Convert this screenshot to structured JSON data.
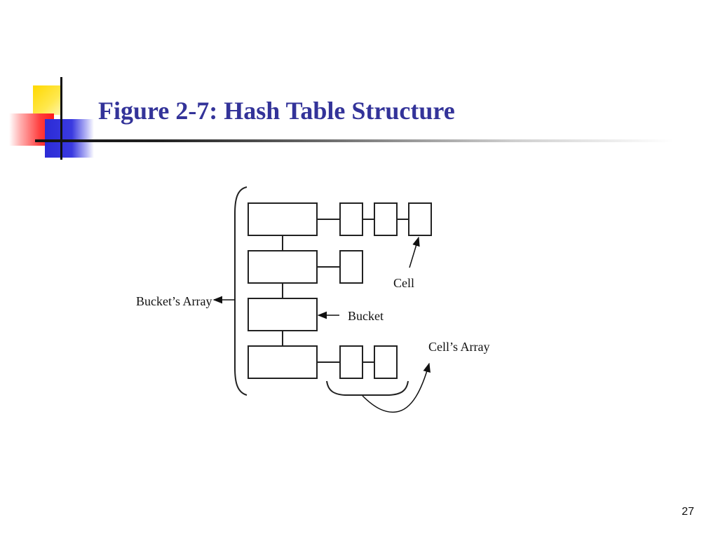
{
  "slide": {
    "title": "Figure 2-7: Hash Table Structure",
    "page_number": "27"
  },
  "diagram": {
    "labels": {
      "buckets_array": "Bucket’s Array",
      "bucket": "Bucket",
      "cell": "Cell",
      "cells_array": "Cell’s Array"
    },
    "buckets": [
      {
        "cells": 3
      },
      {
        "cells": 1
      },
      {
        "cells": 0
      },
      {
        "cells": 2
      }
    ]
  }
}
